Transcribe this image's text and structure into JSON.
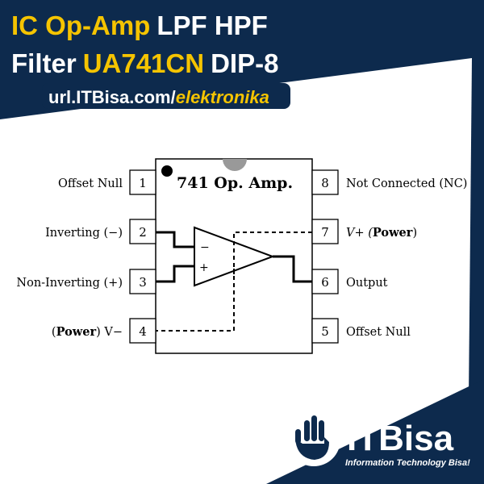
{
  "header": {
    "line1_a": "IC Op-Amp",
    "line1_b": "LPF HPF",
    "line2_a": "Filter",
    "line2_b": "UA741CN",
    "line2_c": "DIP-8",
    "url_a": "url.ITBisa.com/",
    "url_b": "elektronika"
  },
  "chip": {
    "title": "741 Op. Amp.",
    "minus_symbol": "−",
    "plus_symbol": "+"
  },
  "pins": [
    {
      "number": "1",
      "label": "Offset Null"
    },
    {
      "number": "2",
      "label": "Inverting (−)"
    },
    {
      "number": "3",
      "label": "Non-Inverting (+)"
    },
    {
      "number": "4",
      "label_pre": "(",
      "label_bold": "Power",
      "label_post": ") V−"
    },
    {
      "number": "5",
      "label": "Offset Null"
    },
    {
      "number": "6",
      "label": "Output"
    },
    {
      "number": "7",
      "label_pre": "V+ (",
      "label_bold": "Power",
      "label_post": ")"
    },
    {
      "number": "8",
      "label": "Not Connected (NC)"
    }
  ],
  "logo": {
    "brand": "ITBisa",
    "tagline": "Information Technology Bisa!"
  },
  "colors": {
    "navy": "#0d2a4d",
    "yellow": "#f5c400",
    "white": "#ffffff",
    "black": "#000000",
    "notch": "#999999"
  }
}
